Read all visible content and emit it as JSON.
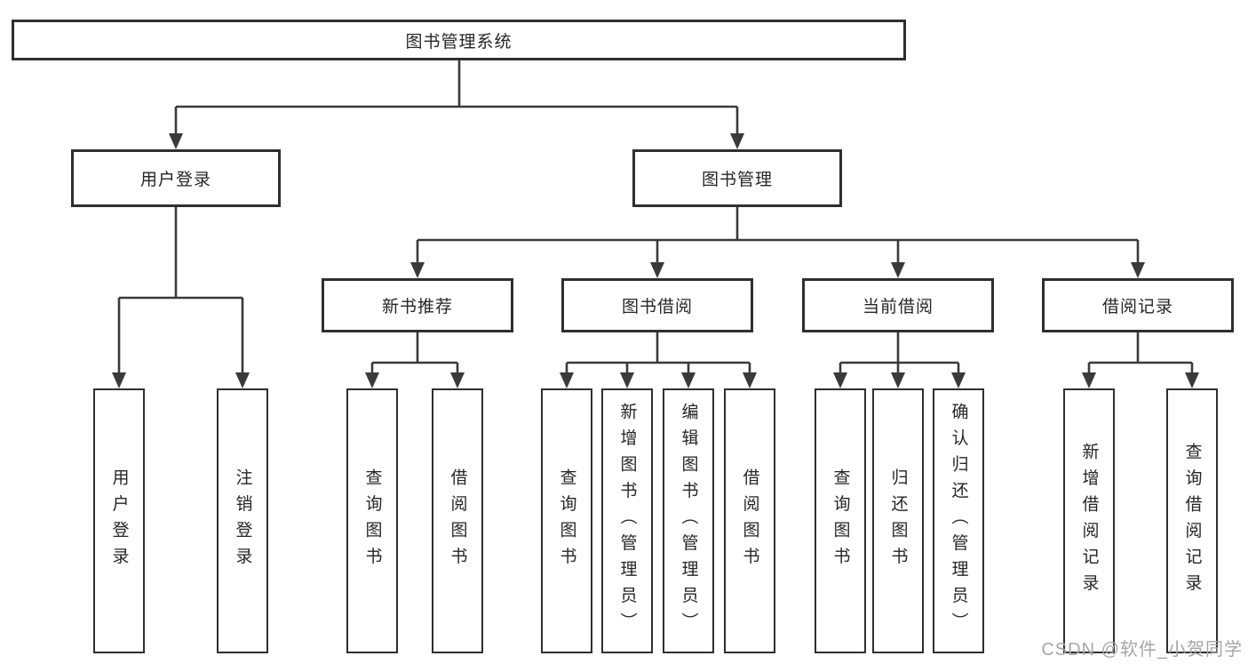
{
  "page": {
    "watermark": "CSDN @软件_小贺同学"
  },
  "colors": {
    "background": "#ffffff",
    "line": "#3a3a3a",
    "box_border": "#2f2f2f",
    "text": "#262626",
    "watermark_text": "#a6a6a6"
  },
  "diagram": {
    "type": "hierarchy-tree",
    "root": {
      "label": "图书管理系统"
    },
    "level2": [
      {
        "label": "用户登录",
        "parent": "图书管理系统"
      },
      {
        "label": "图书管理",
        "parent": "图书管理系统"
      }
    ],
    "level3": [
      {
        "label": "新书推荐",
        "parent": "图书管理"
      },
      {
        "label": "图书借阅",
        "parent": "图书管理"
      },
      {
        "label": "当前借阅",
        "parent": "图书管理"
      },
      {
        "label": "借阅记录",
        "parent": "图书管理"
      }
    ],
    "leaves": [
      {
        "label": "用户登录",
        "parent": "用户登录"
      },
      {
        "label": "注销登录",
        "parent": "用户登录"
      },
      {
        "label": "查询图书",
        "parent": "新书推荐"
      },
      {
        "label": "借阅图书",
        "parent": "新书推荐"
      },
      {
        "label": "查询图书",
        "parent": "图书借阅"
      },
      {
        "label": "新增图书（管理员）",
        "parent": "图书借阅"
      },
      {
        "label": "编辑图书（管理员）",
        "parent": "图书借阅"
      },
      {
        "label": "借阅图书",
        "parent": "图书借阅"
      },
      {
        "label": "查询图书",
        "parent": "当前借阅"
      },
      {
        "label": "归还图书",
        "parent": "当前借阅"
      },
      {
        "label": "确认归还（管理员）",
        "parent": "当前借阅"
      },
      {
        "label": "新增借阅记录",
        "parent": "借阅记录"
      },
      {
        "label": "查询借阅记录",
        "parent": "借阅记录"
      }
    ]
  }
}
